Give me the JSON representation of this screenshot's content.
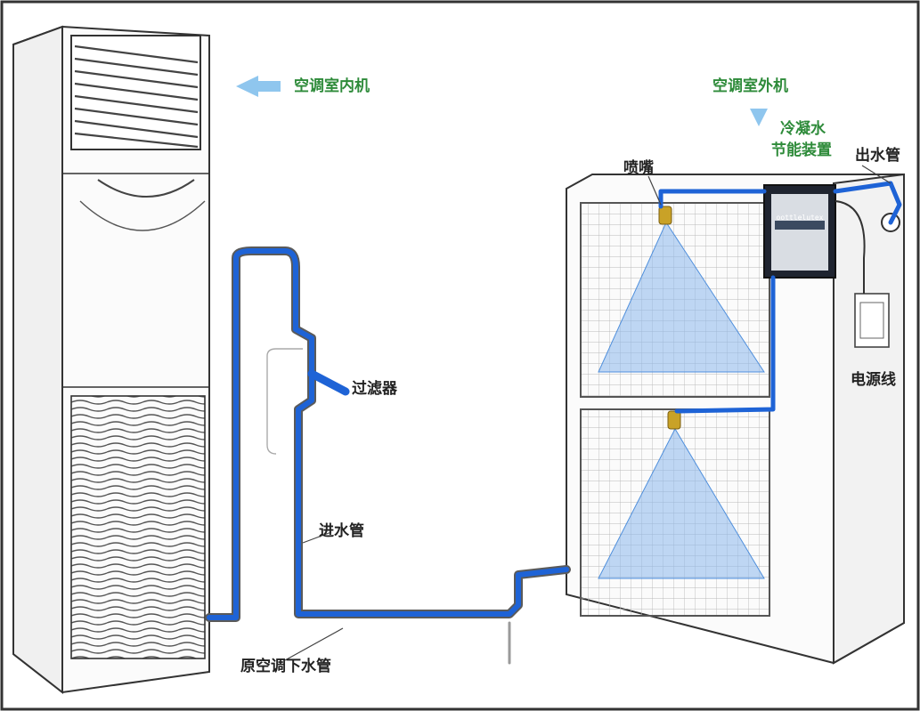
{
  "labels": {
    "indoor_unit": "空调室内机",
    "outdoor_unit": "空调室外机",
    "device_line1": "冷凝水",
    "device_line2": "节能装置",
    "outlet_pipe": "出水管",
    "nozzle": "喷嘴",
    "filter": "过滤器",
    "inlet_pipe": "进水管",
    "power_cord": "电源线",
    "drain_pipe": "原空调下水管",
    "device_brand": "oottlelutex"
  },
  "colors": {
    "pipe": "#1e63d6",
    "pipe_outline": "#5a5a5a",
    "label_green": "#2e8b3a",
    "arrow": "#8fc6ee",
    "spray": "#6fa8e6",
    "nozzle": "#c9a227",
    "device": "#1f2430"
  },
  "icons": {
    "indoor_arrow": "arrow-left-icon",
    "outdoor_arrow": "arrow-down-icon"
  }
}
